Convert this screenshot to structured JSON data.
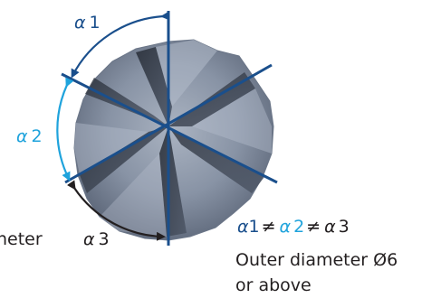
{
  "diagram": {
    "angles": [
      {
        "symbol": "α",
        "number": "1",
        "color": "#1a4f8c"
      },
      {
        "symbol": "α",
        "number": "2",
        "color": "#1fa3dc"
      },
      {
        "symbol": "α",
        "number": "3",
        "color": "#231f20"
      }
    ],
    "left_note_fragment": "neter",
    "relation": {
      "parts": [
        "α",
        "1",
        "≠",
        "α",
        "2",
        "≠",
        "α",
        "3"
      ],
      "colors": [
        "#1a4f8c",
        "#1a4f8c",
        "#231f20",
        "#1fa3dc",
        "#1fa3dc",
        "#231f20",
        "#231f20",
        "#231f20"
      ]
    },
    "note_line1": "Outer diameter Ø6",
    "note_line2": "or above",
    "colors": {
      "axis_line": "#1a4f8c",
      "tool_dark": "#3a4250",
      "tool_light": "#9aa4b4",
      "tool_mid": "#6b7688"
    }
  }
}
